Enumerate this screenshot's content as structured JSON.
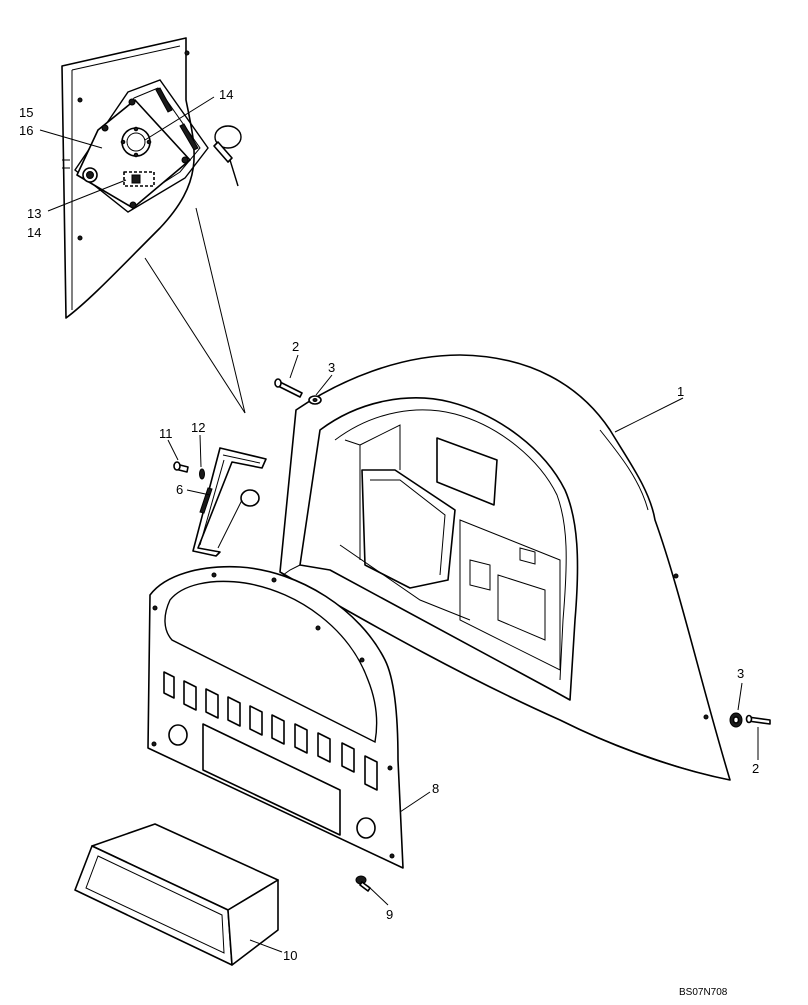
{
  "diagram": {
    "reference_code": "BS07N708",
    "callouts": [
      "1",
      "2",
      "3",
      "6",
      "8",
      "9",
      "10",
      "11",
      "12",
      "13",
      "14",
      "15",
      "16"
    ],
    "detail_callouts": {
      "left_labels": [
        "15",
        "16",
        "13",
        "14"
      ],
      "right_label": "14"
    },
    "parts": {
      "shroud": {
        "callout": "1"
      },
      "bolt_top": {
        "callout": "2"
      },
      "washer_top": {
        "callout": "3"
      },
      "bolt_right": {
        "callout": "2"
      },
      "washer_right": {
        "callout": "3"
      },
      "bracket": {
        "callout": "6"
      },
      "panel": {
        "callout": "8"
      },
      "screw": {
        "callout": "9"
      },
      "pocket": {
        "callout": "10"
      },
      "small_bolt": {
        "callout": "11"
      },
      "small_washer": {
        "callout": "12"
      }
    }
  }
}
